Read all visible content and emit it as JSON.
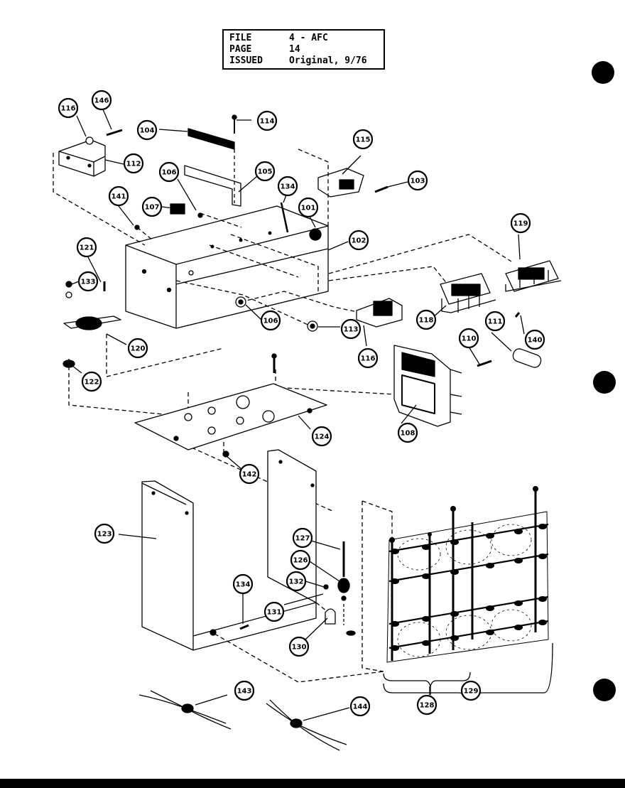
{
  "info": {
    "file_label": "FILE",
    "file_value": "4 - AFC",
    "page_label": "PAGE",
    "page_value": "14",
    "issued_label": "ISSUED",
    "issued_value": "Original, 9/76"
  },
  "callouts": [
    {
      "id": "c116a",
      "label": "116"
    },
    {
      "id": "c146",
      "label": "146"
    },
    {
      "id": "c104",
      "label": "104"
    },
    {
      "id": "c114",
      "label": "114"
    },
    {
      "id": "c112",
      "label": "112"
    },
    {
      "id": "c115",
      "label": "115"
    },
    {
      "id": "c103",
      "label": "103"
    },
    {
      "id": "c106a",
      "label": "106"
    },
    {
      "id": "c105",
      "label": "105"
    },
    {
      "id": "c134a",
      "label": "134"
    },
    {
      "id": "c141",
      "label": "141"
    },
    {
      "id": "c107",
      "label": "107"
    },
    {
      "id": "c101",
      "label": "101"
    },
    {
      "id": "c102",
      "label": "102"
    },
    {
      "id": "c119",
      "label": "119"
    },
    {
      "id": "c121",
      "label": "121"
    },
    {
      "id": "c133",
      "label": "133"
    },
    {
      "id": "c106b",
      "label": "106"
    },
    {
      "id": "c113",
      "label": "113"
    },
    {
      "id": "c118",
      "label": "118"
    },
    {
      "id": "c111",
      "label": "111"
    },
    {
      "id": "c140",
      "label": "140"
    },
    {
      "id": "c120",
      "label": "120"
    },
    {
      "id": "c116b",
      "label": "116"
    },
    {
      "id": "c110",
      "label": "110"
    },
    {
      "id": "c122",
      "label": "122"
    },
    {
      "id": "c108",
      "label": "108"
    },
    {
      "id": "c124",
      "label": "124"
    },
    {
      "id": "c142",
      "label": "142"
    },
    {
      "id": "c123",
      "label": "123"
    },
    {
      "id": "c127",
      "label": "127"
    },
    {
      "id": "c126",
      "label": "126"
    },
    {
      "id": "c134b",
      "label": "134"
    },
    {
      "id": "c132",
      "label": "132"
    },
    {
      "id": "c131",
      "label": "131"
    },
    {
      "id": "c130",
      "label": "130"
    },
    {
      "id": "c143",
      "label": "143"
    },
    {
      "id": "c144",
      "label": "144"
    },
    {
      "id": "c128",
      "label": "128"
    },
    {
      "id": "c129",
      "label": "129"
    }
  ]
}
